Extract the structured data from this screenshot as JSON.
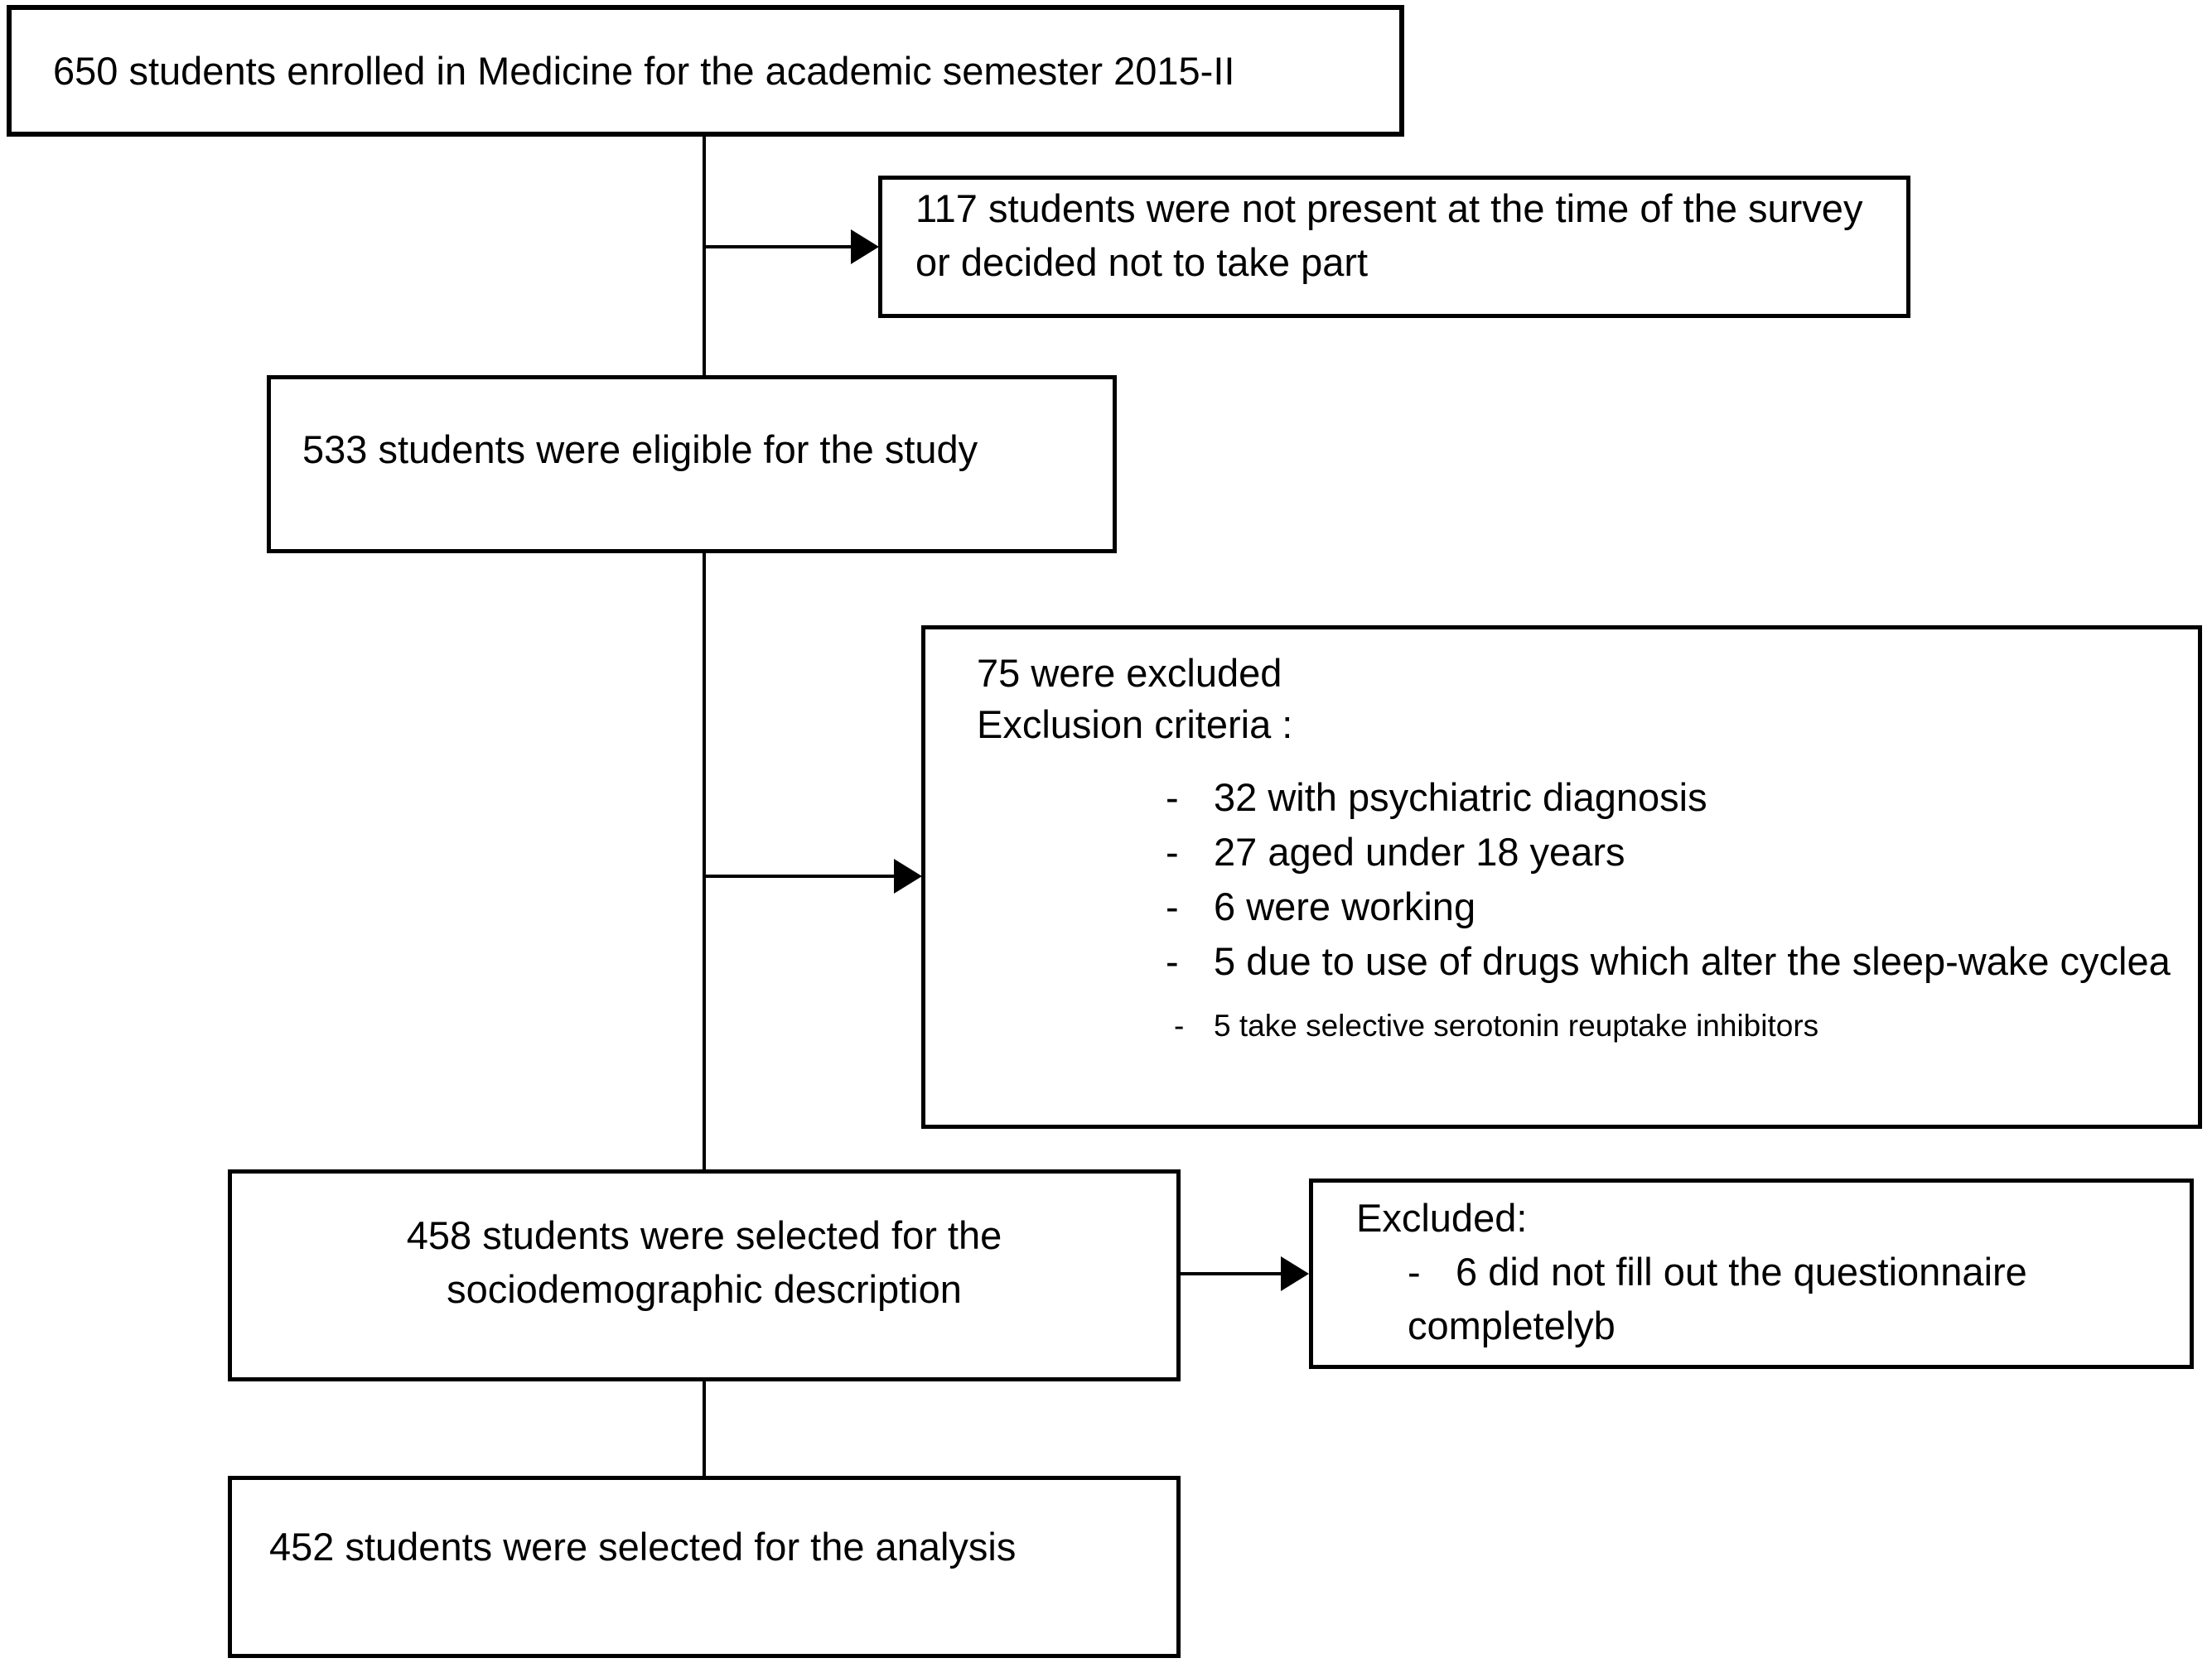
{
  "diagram": {
    "background_color": "#ffffff",
    "line_color": "#000000",
    "boxes": {
      "enrolled": {
        "text": "650 students enrolled in Medicine for the academic semester 2015-II"
      },
      "not_present": {
        "text": "117 students were not present at the time of the survey or decided not to take part"
      },
      "eligible": {
        "text": "533 students were eligible for the study"
      },
      "excluded_75": {
        "title": "75 were excluded",
        "subtitle": "Exclusion criteria :",
        "items": [
          {
            "dash": "-",
            "text": "32 with psychiatric diagnosis"
          },
          {
            "dash": "-",
            "text": "27 aged under 18 years"
          },
          {
            "dash": "-",
            "text": "6 were working"
          },
          {
            "dash": "-",
            "text": "5 due to use of drugs which alter the sleep-wake cyclea"
          }
        ],
        "footnote_item": {
          "dash": "-",
          "text": "5 take selective serotonin reuptake inhibitors"
        }
      },
      "selected_458": {
        "text": "458 students were selected for the sociodemographic description"
      },
      "excluded_6": {
        "title": "Excluded:",
        "item": {
          "dash": "-",
          "text": "6 did not fill out the questionnaire completelyb"
        }
      },
      "selected_452": {
        "text": "452 students were selected for the analysis"
      }
    }
  }
}
